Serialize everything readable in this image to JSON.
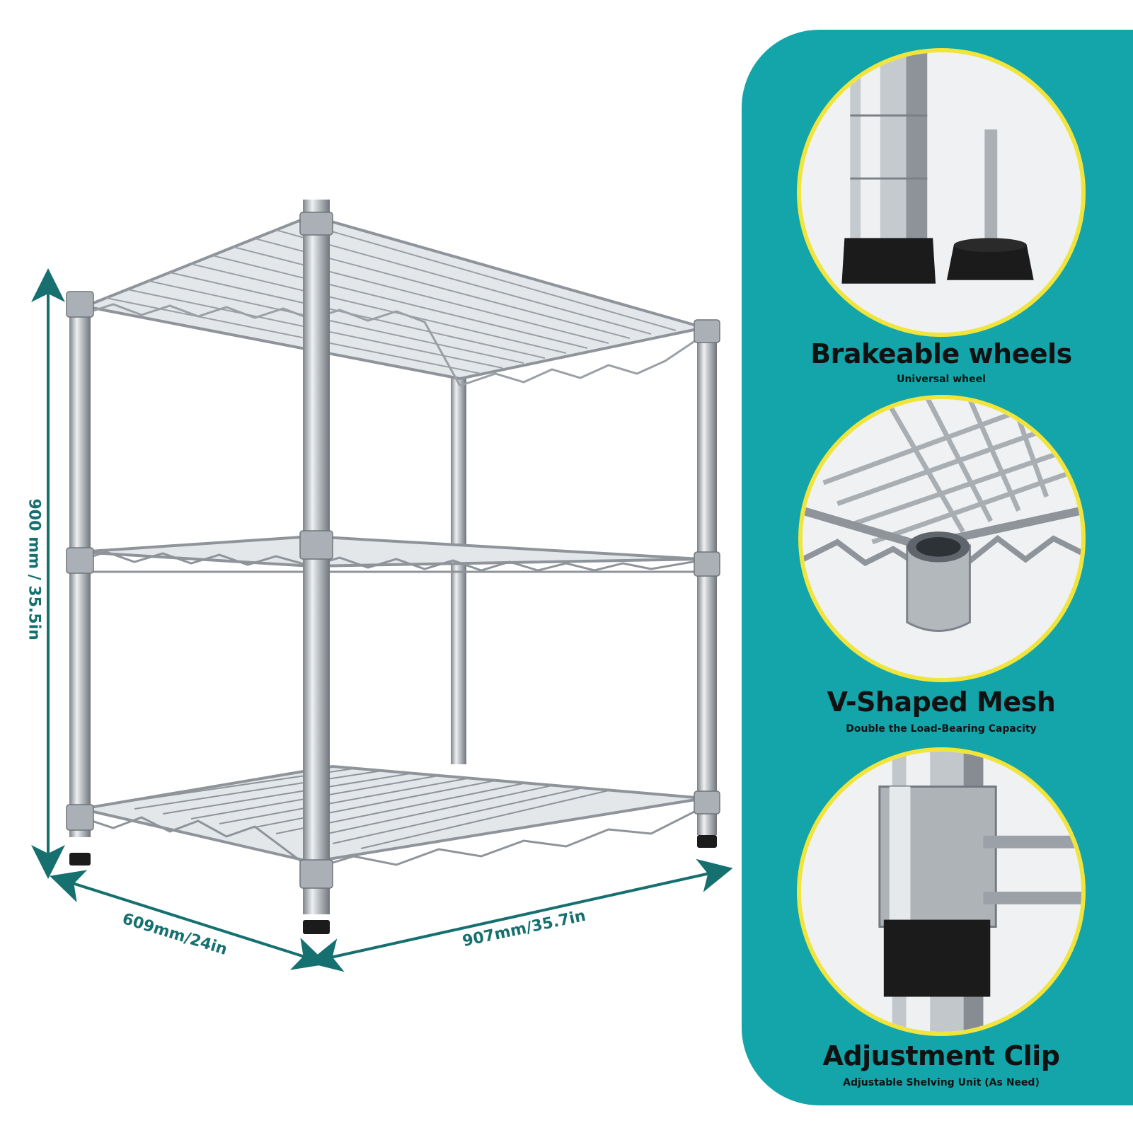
{
  "colors": {
    "accent_teal": "#14a5aa",
    "dimension_teal": "#15706f",
    "ring_yellow": "#f1e43a",
    "steel": "#c8ccd0",
    "steel_dark": "#8a9096",
    "foot_black": "#1b1b1b"
  },
  "dimensions": {
    "height": "900 mm / 35.5in",
    "depth": "609mm/24in",
    "width": "907mm/35.7in"
  },
  "features": [
    {
      "title": "Brakeable wheels",
      "subtitle": "Universal wheel",
      "icon": "leveling-foot-icon"
    },
    {
      "title": "V-Shaped Mesh",
      "subtitle": "Double the Load-Bearing Capacity",
      "icon": "wire-mesh-icon"
    },
    {
      "title": "Adjustment Clip",
      "subtitle": "Adjustable Shelving Unit (As Need)",
      "icon": "shelf-clip-icon"
    }
  ]
}
